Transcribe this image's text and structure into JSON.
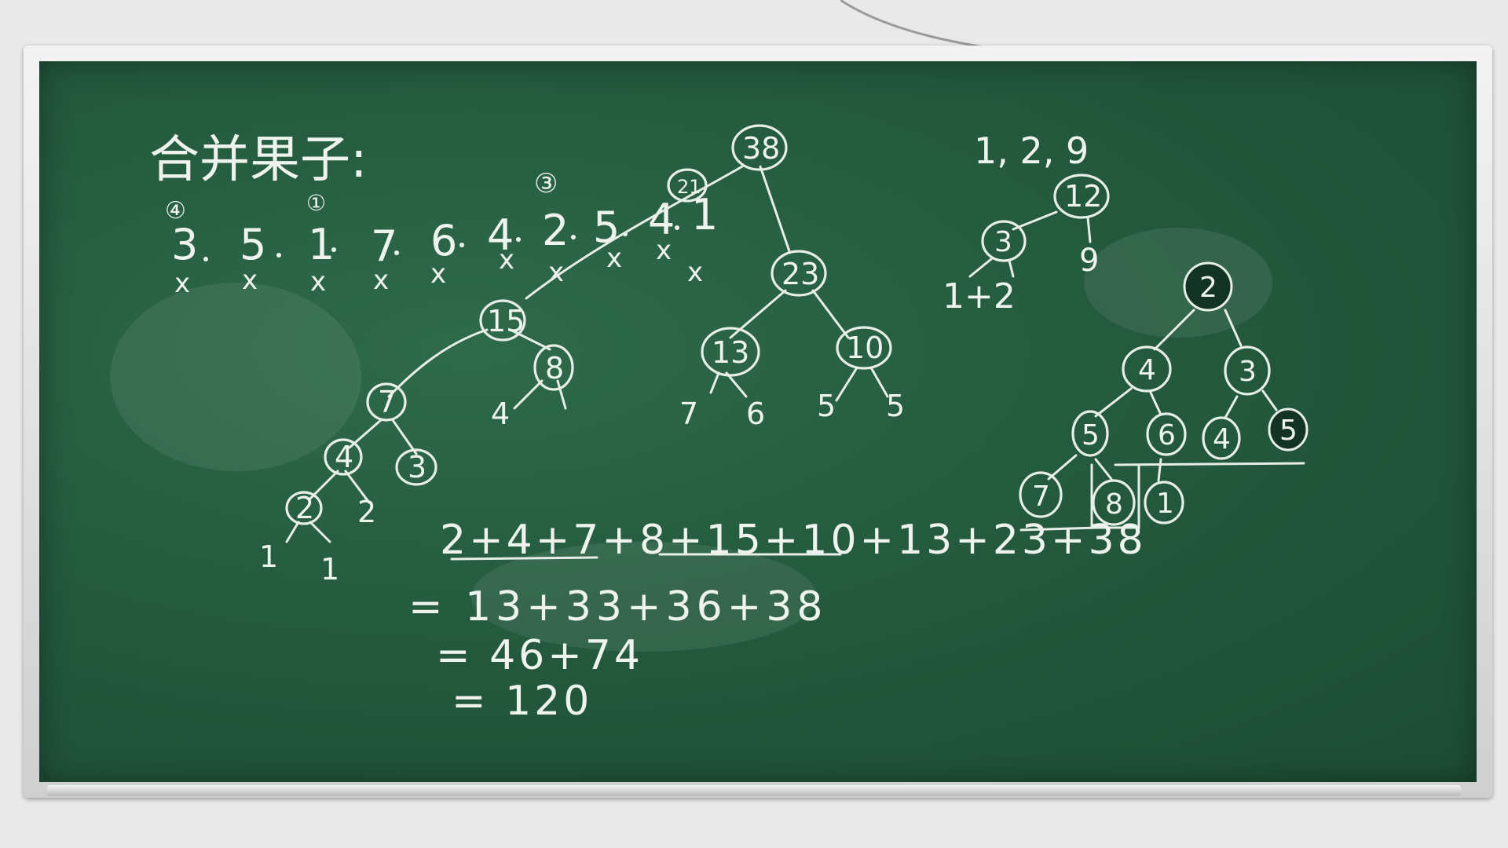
{
  "board": {
    "title": "合并果子:",
    "weights": [
      "3",
      "5",
      "1",
      "7",
      "6",
      "4",
      "2",
      "5",
      "4",
      "1"
    ],
    "weight_marks": [
      "④",
      "①"
    ],
    "pick_order_label": "③",
    "x_mark": "x"
  },
  "huffman_tree": {
    "nodes": [
      "38",
      "15",
      "23",
      "7",
      "8",
      "13",
      "10",
      "4",
      "3",
      "2",
      "4",
      "7",
      "6",
      "5",
      "5",
      "2",
      "1",
      "1"
    ],
    "top_circle": "21"
  },
  "small_example": {
    "sequence": "1, 2, 9",
    "root": "12",
    "left": "3",
    "right": "9",
    "leaves": "1+2"
  },
  "heap": {
    "nodes": [
      "2",
      "4",
      "3",
      "5",
      "6",
      "4",
      "5",
      "7",
      "8",
      "1"
    ]
  },
  "calc": {
    "line1": "2+4+7+8+15+10+13+23+38",
    "line2": "= 13+33+36+38",
    "line3": "= 46+74",
    "line4": "= 120"
  },
  "colors": {
    "board": "#245a3e",
    "chalk": "#eef3ee",
    "frame": "#dcdcdc",
    "wall": "#e9e9ea"
  }
}
